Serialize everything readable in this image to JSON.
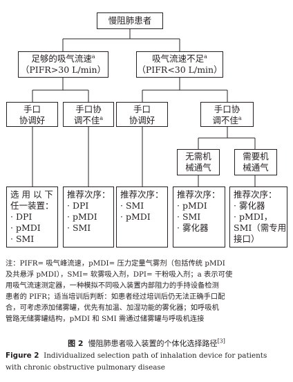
{
  "diagram": {
    "root": "慢阻肺患者",
    "branch_left": {
      "line1": "足够的吸气流速",
      "line1_sup": "a",
      "line2": "（PIFR>30 L/min）"
    },
    "branch_right": {
      "line1": "吸气流速不足",
      "line1_sup": "a",
      "line2": "（PIFR<30 L/min）"
    },
    "l2": {
      "n1": {
        "line1": "手口",
        "line2": "协调好"
      },
      "n2": {
        "line1": "手口协",
        "line2": "调不佳",
        "line2_sup": "a"
      },
      "n3": {
        "line1": "手口",
        "line2": "协调好"
      },
      "n4": {
        "line1": "手口协",
        "line2": "调不佳",
        "line2_sup": "a"
      }
    },
    "vent": {
      "no": {
        "line1": "无需机",
        "line2": "械通气"
      },
      "yes": {
        "line1": "需要机",
        "line2": "械通气"
      }
    },
    "leaves": {
      "l1": [
        "选 用 以 下",
        "任一装置：",
        "· DPI",
        "· pMDI",
        "· SMI"
      ],
      "l2": [
        "推荐次序：",
        "· DPI",
        "· pMDI",
        "· SMI"
      ],
      "l3": [
        "推荐次序：",
        "· SMI",
        "· pMDI"
      ],
      "l4": [
        "推荐次序：",
        "· pMDI",
        "· SMI",
        "· 雾化器"
      ],
      "l5": [
        "推荐次序：",
        "· 雾化器",
        "· pMDI，",
        "SMI（需专用",
        "接口）"
      ]
    }
  },
  "notes": [
    "注：PIFR= 吸气峰流速，pMDI= 压力定量气雾剂（包括传统 pMDI",
    "及共悬浮 pMDI），SMI= 软雾吸入剂，DPI= 干粉吸入剂；a 表示可使",
    "用吸气流速测定器，一种模拟不同吸入装置内部阻力的手持设备检测",
    "患者的 PIFR；适当培训后判断：如患者经过培训后仍无法正确手口配",
    "合，可考虑添加储雾罐，优先有加温、加湿功能的雾化器；如呼吸机",
    "管路无储雾罐结构，pMDI 和 SMI 需通过储雾罐与呼吸机连接"
  ],
  "caption_cn": {
    "label": "图 2",
    "text": "慢阻肺患者吸入装置的个体化选择路径",
    "ref": "[3]"
  },
  "caption_en": {
    "label": "Figure 2",
    "line1": "Individualized selection path of inhalation device for patients",
    "line2": "with chronic obstructive pulmonary disease"
  }
}
